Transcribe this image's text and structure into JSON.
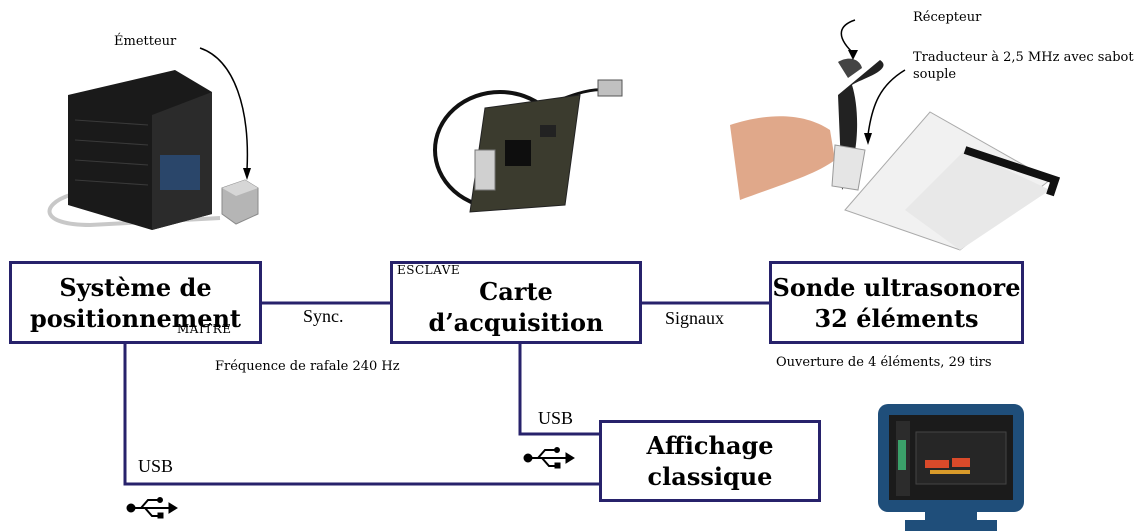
{
  "callouts": {
    "emetteur": "Émetteur",
    "recepteur": "Récepteur",
    "traducteur": "Traducteur à 2,5 MHz avec sabot souple"
  },
  "boxes": {
    "positioning": {
      "line1": "Système de",
      "line2": "positionnement",
      "tag": "MAÎTRE"
    },
    "acquisition": {
      "line1": "Carte",
      "line2": "d’acquisition",
      "tag": "ESCLAVE"
    },
    "probe": {
      "line1": "Sonde ultrasonore",
      "line2": "32 éléments"
    },
    "display": {
      "line1": "Affichage",
      "line2": "classique"
    }
  },
  "links": {
    "sync": "Sync.",
    "signals": "Signaux",
    "usb_top": "USB",
    "usb_bottom": "USB"
  },
  "notes": {
    "burst_frequency": "Fréquence de rafale 240 Hz",
    "aperture": "Ouverture de 4 éléments, 29 tirs"
  },
  "colors": {
    "box_border": "#27226b",
    "monitor": "#1f4e7a"
  },
  "icons": [
    "usb-icon",
    "monitor-icon"
  ]
}
